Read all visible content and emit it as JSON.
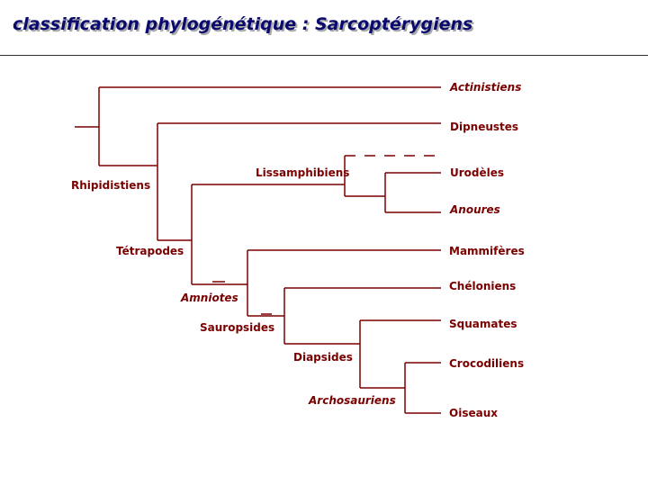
{
  "title": "classification phylogénétique : Sarcoptérygiens",
  "colors": {
    "line": "#7a0000",
    "label": "#7a0000",
    "title": "#0a0a6e",
    "title_shadow": "#a8a8a8"
  },
  "taxa": {
    "actinistiens": "Actinistiens",
    "dipneustes": "Dipneustes",
    "urodeles": "Urodèles",
    "anoures": "Anoures",
    "mammiferes": "Mammifères",
    "cheloniens": "Chéloniens",
    "squamates": "Squamates",
    "crocodiliens": "Crocodiliens",
    "oiseaux": "Oiseaux"
  },
  "clades": {
    "rhipidistiens": "Rhipidistiens",
    "lissamphibiens": "Lissamphibiens",
    "tetrapodes": "Tétrapodes",
    "amniotes": "Amniotes",
    "sauropsides": "Sauropsides",
    "diapsides": "Diapsides",
    "archosauriens": "Archosauriens"
  }
}
